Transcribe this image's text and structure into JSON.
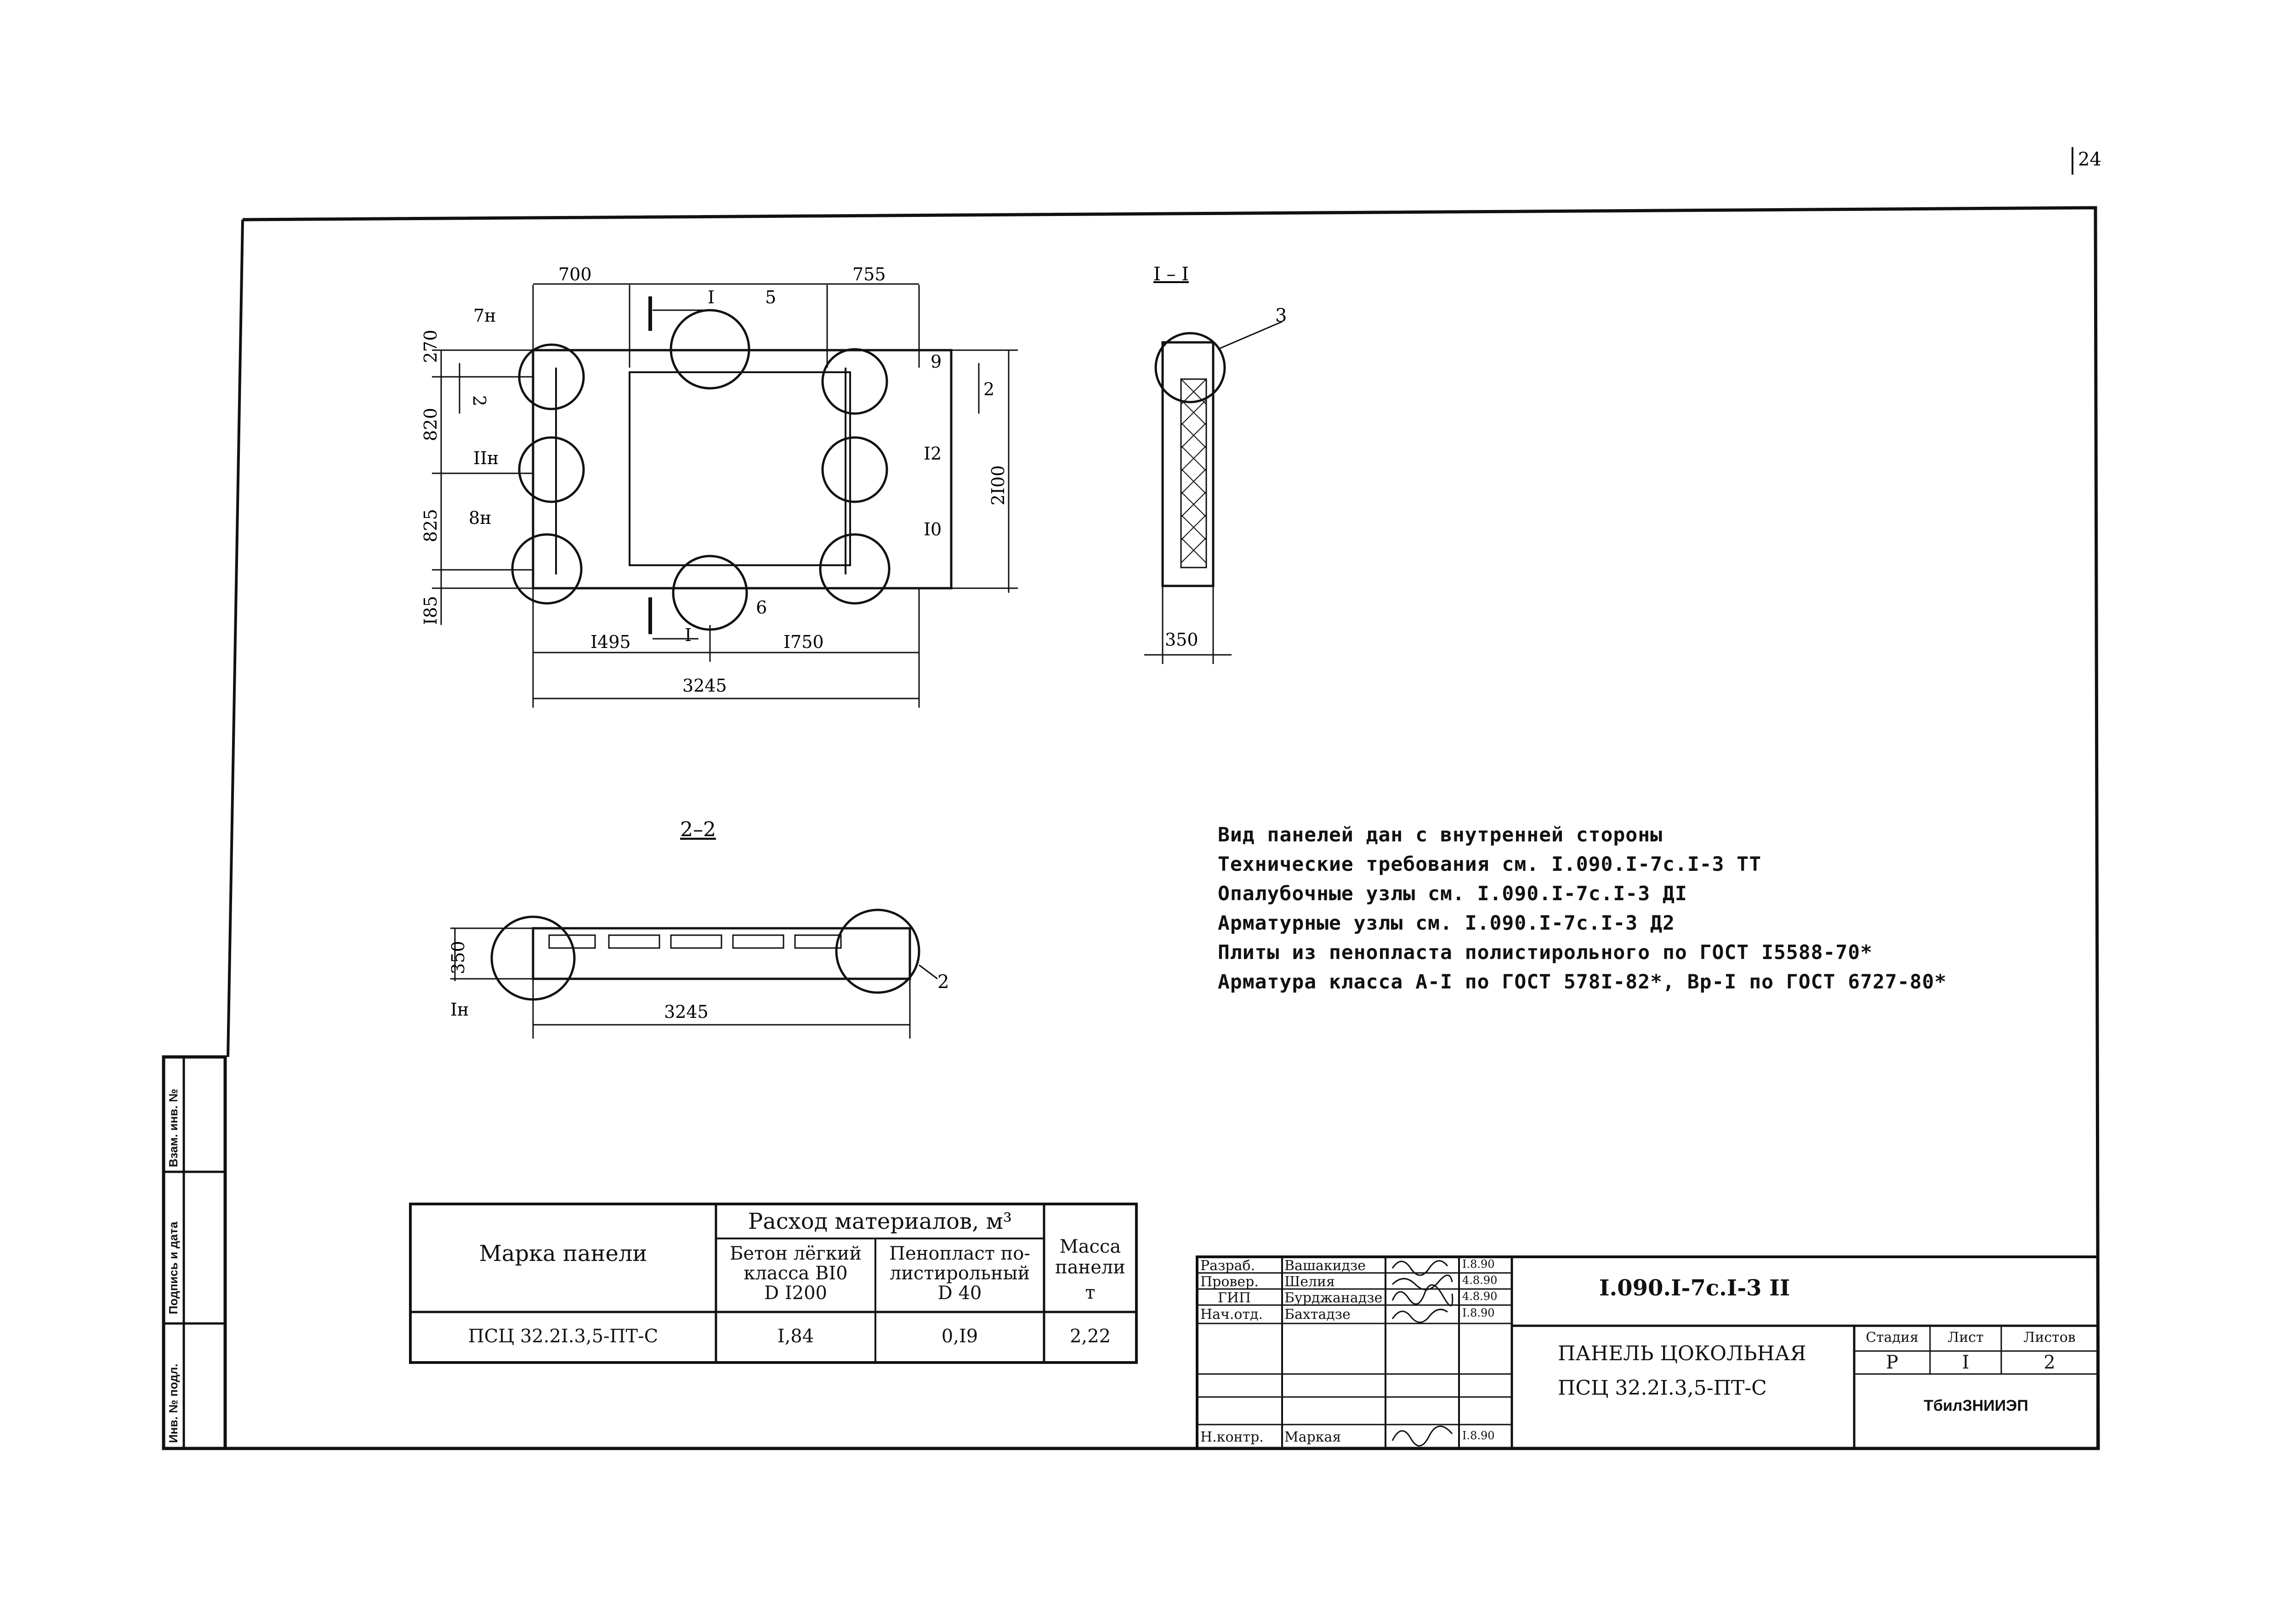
{
  "page_number": "24",
  "section_labels": {
    "s11": "I – I",
    "s22": "2–2"
  },
  "plan_dims": {
    "top_left": "700",
    "top_right": "755",
    "left": [
      "270",
      "820",
      "825",
      "I85"
    ],
    "right": "2I00",
    "bottom_left": "I495",
    "bottom_right": "I750",
    "total": "3245"
  },
  "plan_callouts": [
    "7н",
    "I",
    "5",
    "9",
    "2",
    "IIн",
    "I2",
    "8н",
    "I0",
    "6",
    "I"
  ],
  "plan_cut_mark": "2",
  "section11": {
    "callout": "3",
    "width": "350"
  },
  "section22": {
    "height": "350",
    "length": "3245",
    "callout_left": "Iн",
    "callout_right": "2"
  },
  "notes": [
    "Вид панелей дан с внутренней стороны",
    "Технические требования см. I.090.I-7c.I-3 ТТ",
    "Опалубочные узлы см. I.090.I-7c.I-3 ДI",
    "Арматурные узлы см. I.090.I-7c.I-3 Д2",
    "Плиты из пенопласта полистирольного по ГОСТ I5588-70*",
    "Арматура класса А-I по ГОСТ 578I-82*, Вр-I по ГОСТ 6727-80*"
  ],
  "materials_table": {
    "col_mark": "Марка панели",
    "col_consumption": "Расход материалов, м³",
    "col_concrete": [
      "Бетон лёгкий",
      "класса  BI0",
      "D I200"
    ],
    "col_foam": [
      "Пенопласт по-",
      "листирольный",
      "D 40"
    ],
    "col_mass": [
      "Масса",
      "панели",
      "т"
    ],
    "row": {
      "mark": "ПСЦ 32.2I.3,5-ПТ-С",
      "concrete": "I,84",
      "foam": "0,I9",
      "mass": "2,22"
    }
  },
  "title_block": {
    "roles": [
      "Разраб.",
      "Провер.",
      "ГИП",
      "Нач.отд.",
      "",
      "",
      "Н.контр."
    ],
    "names": [
      "Вашакидзе",
      "Шелия",
      "Бурджанадзе",
      "Бахтадзе",
      "",
      "",
      "Маркая"
    ],
    "dates": [
      "I.8.90",
      "4.8.90",
      "4.8.90",
      "I.8.90",
      "",
      "",
      "I.8.90"
    ],
    "doc_code": "I.090.I-7c.I-3 II",
    "title_line1": "ПАНЕЛЬ ЦОКОЛЬНАЯ",
    "title_line2": "ПСЦ 32.2I.3,5-ПТ-С",
    "stage_label": "Стадия",
    "sheet_label": "Лист",
    "sheets_label": "Листов",
    "stage": "Р",
    "sheet": "I",
    "sheets": "2",
    "org": "ТбилЗНИИЭП"
  },
  "side_stamp": [
    "Инв. № подл.",
    "Подпись и дата",
    "Взам. инв. №"
  ]
}
